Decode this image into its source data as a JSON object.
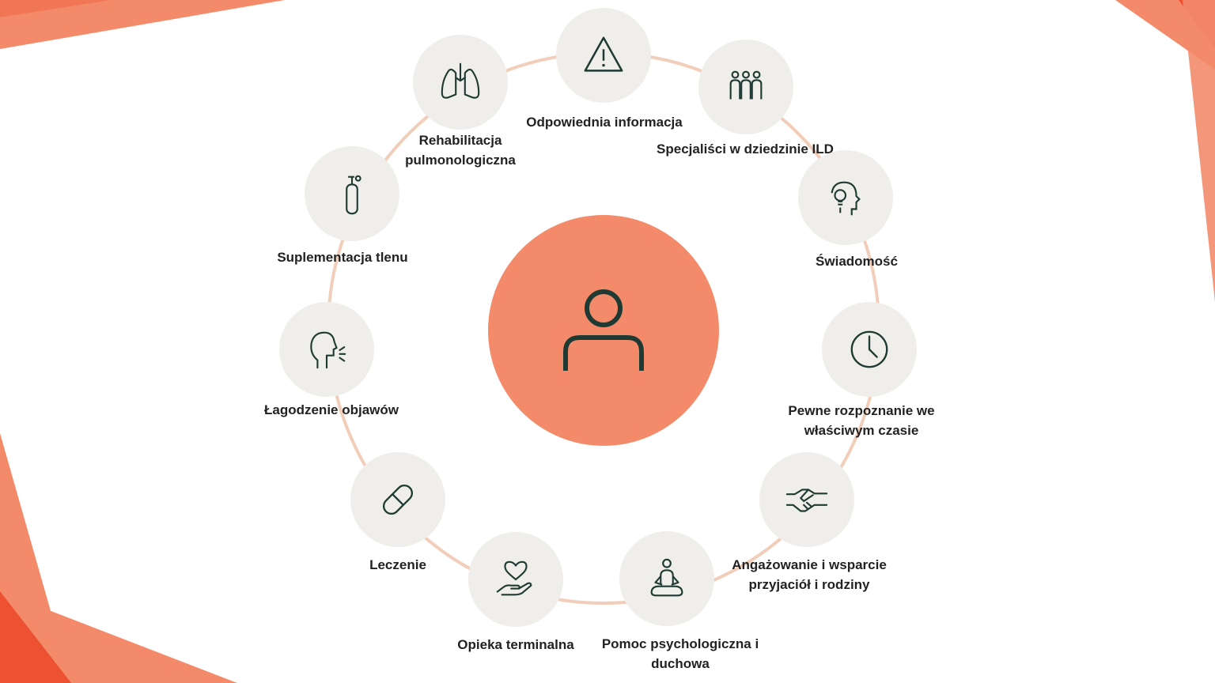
{
  "colors": {
    "accent": "#f38b6b",
    "accent_dark": "#ec5131",
    "ring": "#f2cdb9",
    "node_fill": "#efeeeb",
    "icon_stroke": "#1f3a33",
    "text": "#222222"
  },
  "center": {
    "icon": "person-icon"
  },
  "nodes": [
    {
      "label": "Odpowiednia informacja",
      "icon": "warning-icon"
    },
    {
      "label": "Specjaliści w dziedzinie ILD",
      "icon": "group-icon"
    },
    {
      "label": "Świadomość",
      "icon": "head-lightbulb-icon"
    },
    {
      "label": "Pewne rozpoznanie we właściwym czasie",
      "icon": "clock-icon"
    },
    {
      "label": "Angażowanie i wsparcie przyjaciół i rodziny",
      "icon": "handshake-icon"
    },
    {
      "label": "Pomoc psychologiczna i duchowa",
      "icon": "meditation-icon"
    },
    {
      "label": "Opieka terminalna",
      "icon": "heart-hand-icon"
    },
    {
      "label": "Leczenie",
      "icon": "pill-icon"
    },
    {
      "label": "Łagodzenie objawów",
      "icon": "head-breath-icon"
    },
    {
      "label": "Suplementacja tlenu",
      "icon": "oxygen-tank-icon"
    },
    {
      "label": "Rehabilitacja pulmonologiczna",
      "icon": "lungs-icon"
    }
  ]
}
